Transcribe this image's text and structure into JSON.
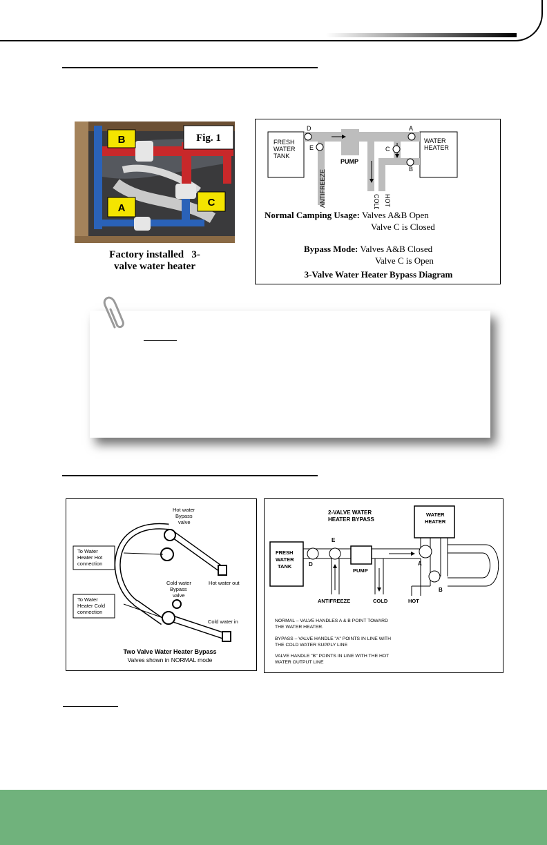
{
  "photo1": {
    "labels": [
      "B",
      "A",
      "C"
    ],
    "fig_label": "Fig. 1",
    "caption_line1": "Factory installed   3-",
    "caption_line2": "valve water heater"
  },
  "diagram3": {
    "fresh_tank": [
      "FRESH",
      "WATER",
      "TANK"
    ],
    "heater": [
      "WATER",
      "HEATER"
    ],
    "pump": "PUMP",
    "antifreeze": "ANTIFREEZE",
    "cold": "COLD",
    "hot": "HOT",
    "valve_letters": [
      "D",
      "E",
      "A",
      "C",
      "B"
    ],
    "normal_label": "Normal Camping Usage:",
    "normal_line1": "Valves A&B Open",
    "normal_line2": "Valve C is Closed",
    "bypass_label": "Bypass Mode:",
    "bypass_line1": "Valves A&B Closed",
    "bypass_line2": "Valve C is Open",
    "title": "3-Valve Water Heater Bypass Diagram"
  },
  "photo2": {
    "hot_bypass": [
      "Hot water",
      "Bypass",
      "valve"
    ],
    "to_hot": [
      "To Water",
      "Heater Hot",
      "connection"
    ],
    "hot_out": "Hot water out",
    "cold_bypass": [
      "Cold water",
      "Bypass",
      "valve"
    ],
    "to_cold": [
      "To Water",
      "Heater Cold",
      "connection"
    ],
    "cold_in": "Cold water in",
    "title": "Two Valve Water Heater Bypass",
    "subtitle": "Valves shown in NORMAL mode"
  },
  "diagram2": {
    "title": [
      "2-VALVE WATER",
      "HEATER BYPASS"
    ],
    "heater": [
      "WATER",
      "HEATER"
    ],
    "fresh_tank": [
      "FRESH",
      "WATER",
      "TANK"
    ],
    "pump": "PUMP",
    "antifreeze": "ANTIFREEZE",
    "cold": "COLD",
    "hot": "HOT",
    "letters": [
      "E",
      "D",
      "A",
      "B"
    ],
    "normal": [
      "NORMAL – VALVE HANDLES A & B POINT TOWARD",
      "THE WATER HEATER."
    ],
    "bypass": [
      "BYPASS – VALVE HANDLE \"A\" POINTS IN LINE WITH",
      "THE COLD WATER SUPPLY LINE"
    ],
    "handle_b": [
      "VALVE HANDLE \"B\" POINTS IN LINE WITH THE HOT",
      "WATER OUTPUT LINE"
    ]
  },
  "colors": {
    "footer": "#70b27c",
    "pipe_red": "#c8282a",
    "pipe_blue": "#2a62b8",
    "label_yellow": "#f4e400",
    "diagram_gray": "#bdbdbd"
  }
}
